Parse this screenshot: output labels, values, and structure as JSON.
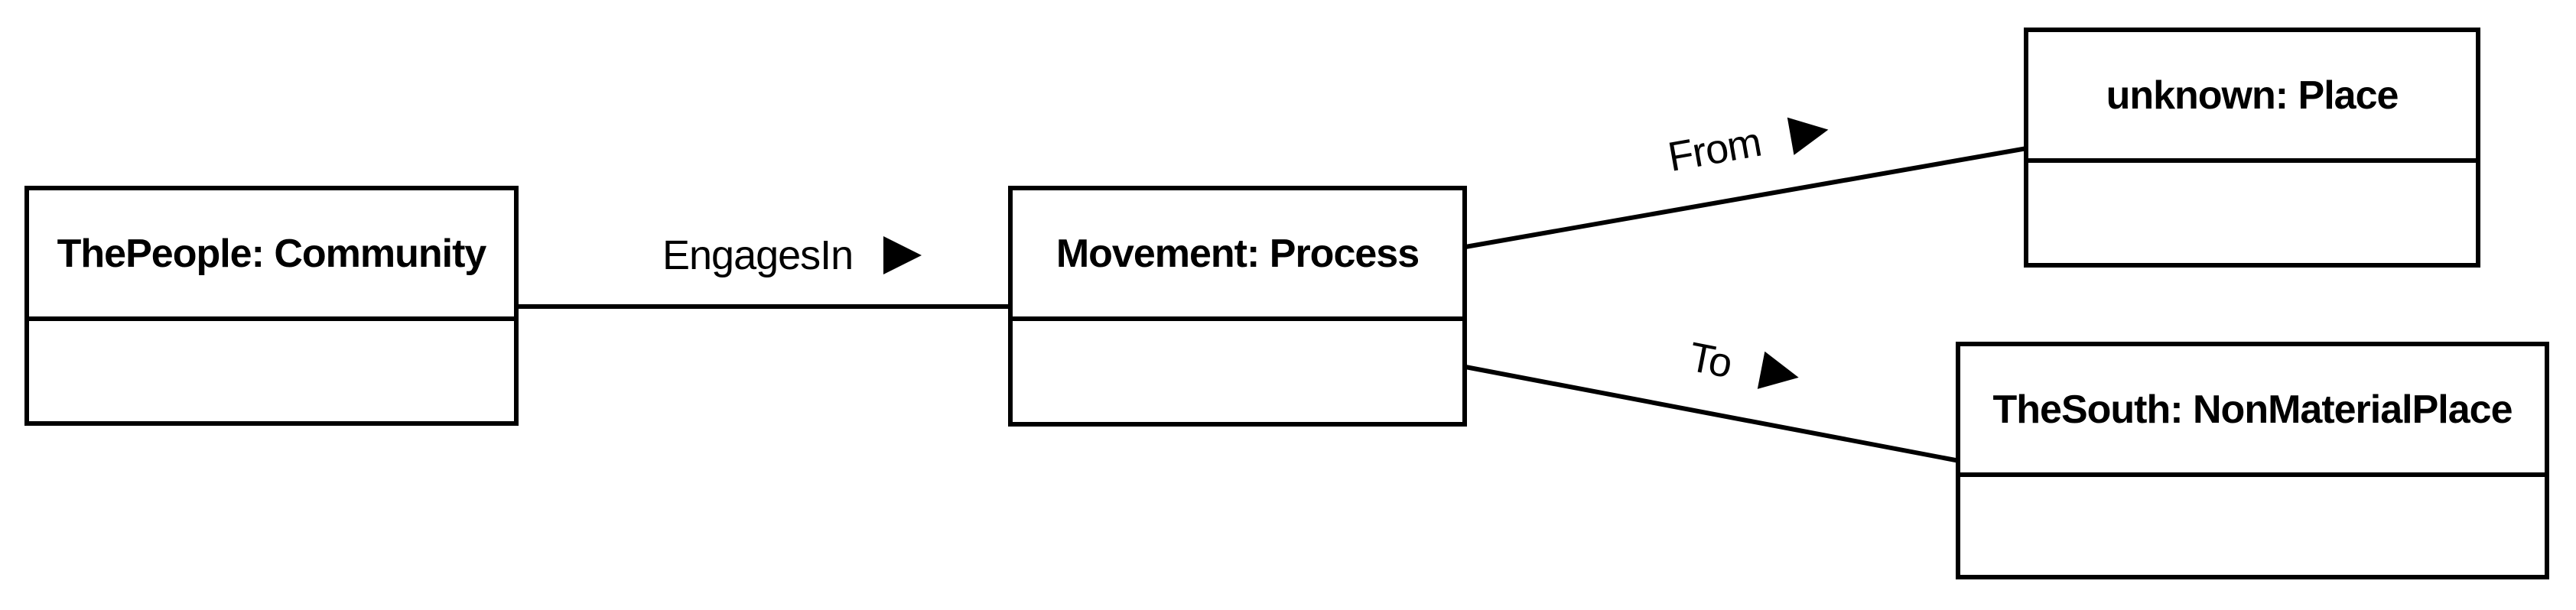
{
  "diagram": {
    "type": "uml-object-diagram",
    "colors": {
      "stroke": "#000000",
      "background": "#ffffff",
      "text": "#000000"
    },
    "icons": {
      "direction_arrow": "▶"
    },
    "nodes": [
      {
        "id": "people",
        "label": "ThePeople: Community",
        "attributes": []
      },
      {
        "id": "movement",
        "label": "Movement: Process",
        "attributes": []
      },
      {
        "id": "unknown",
        "label": "unknown: Place",
        "attributes": []
      },
      {
        "id": "south",
        "label": "TheSouth: NonMaterialPlace",
        "attributes": []
      }
    ],
    "edges": [
      {
        "from": "people",
        "to": "movement",
        "label": "EngagesIn",
        "direction": "forward"
      },
      {
        "from": "movement",
        "to": "unknown",
        "label": "From",
        "direction": "forward"
      },
      {
        "from": "movement",
        "to": "south",
        "label": "To",
        "direction": "forward"
      }
    ]
  }
}
